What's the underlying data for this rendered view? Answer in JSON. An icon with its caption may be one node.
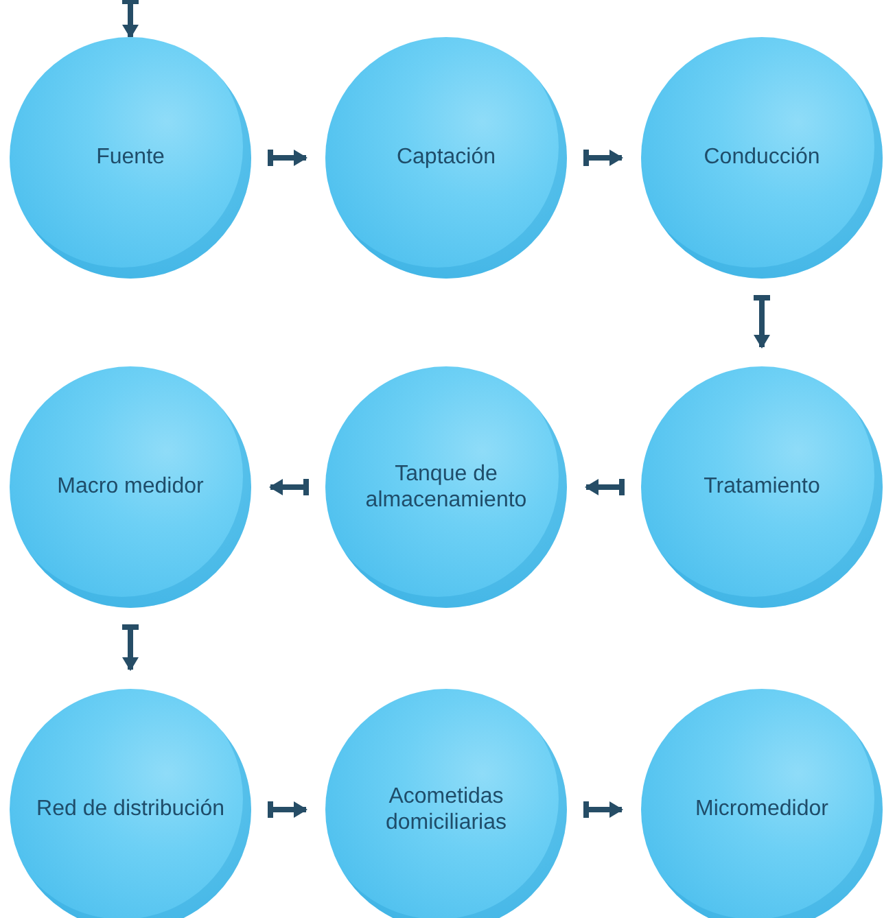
{
  "diagram": {
    "nodes": [
      {
        "text": [
          "Fuente"
        ]
      },
      {
        "text": [
          "Captación"
        ]
      },
      {
        "text": [
          "Conducción"
        ]
      },
      {
        "text": [
          "Macro medidor"
        ]
      },
      {
        "text": [
          "Tanque de almacenamiento"
        ]
      },
      {
        "text": [
          "Tratamiento"
        ]
      },
      {
        "text": [
          "Red de distribución"
        ]
      },
      {
        "text": [
          "Acometidas domiciliarias"
        ]
      },
      {
        "text": [
          "Micromedidor"
        ]
      }
    ],
    "edges": [
      {
        "from": null,
        "to": 0,
        "arrow": "to"
      },
      {
        "from": 0,
        "to": 1,
        "arrow": "to"
      },
      {
        "from": 1,
        "to": 2,
        "arrow": "to"
      },
      {
        "from": 2,
        "to": 5,
        "arrow": "to"
      },
      {
        "from": 5,
        "to": 4,
        "arrow": "to"
      },
      {
        "from": 4,
        "to": 3,
        "arrow": "to"
      },
      {
        "from": 3,
        "to": 6,
        "arrow": "to"
      },
      {
        "from": 6,
        "to": 7,
        "arrow": "to"
      },
      {
        "from": 7,
        "to": 8,
        "arrow": "to"
      }
    ]
  }
}
